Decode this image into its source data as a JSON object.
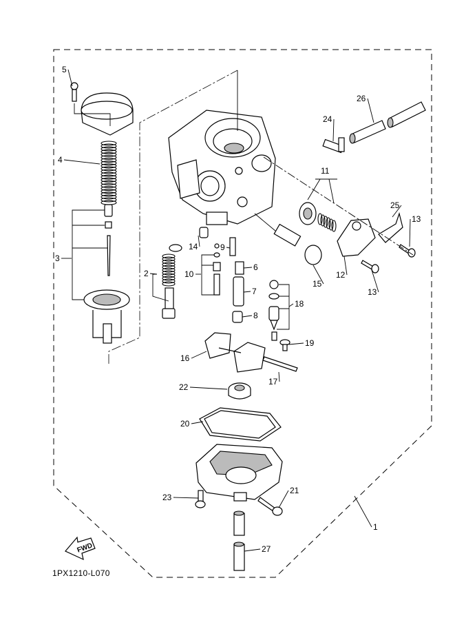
{
  "diagram": {
    "drawing_code": "1PX1210-L070",
    "fwd_label": "FWD",
    "callouts": [
      "5",
      "4",
      "3",
      "2",
      "14",
      "9",
      "10",
      "6",
      "7",
      "8",
      "18",
      "19",
      "16",
      "17",
      "22",
      "20",
      "23",
      "21",
      "27",
      "1",
      "26",
      "24",
      "11",
      "25",
      "13",
      "12",
      "13",
      "15"
    ]
  }
}
